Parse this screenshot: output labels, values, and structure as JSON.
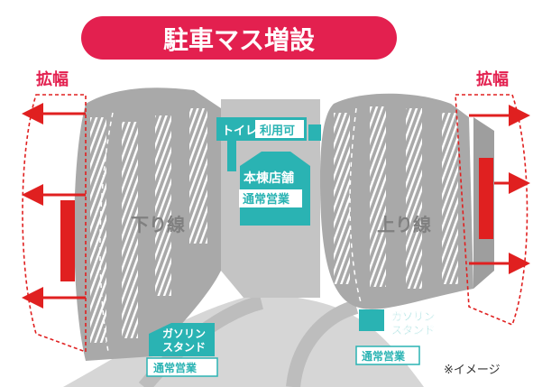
{
  "title": "駐車マス増設",
  "expand_left_label": "拡幅",
  "expand_right_label": "拡幅",
  "west_area_label": "下り線",
  "east_area_label": "上り線",
  "toilet_label": "トイレ",
  "toilet_status": "利用可",
  "store_label": "本棟店舗",
  "store_status": "通常営業",
  "gas_west_label_line1": "ガソリン",
  "gas_west_label_line2": "スタンド",
  "gas_west_status": "通常営業",
  "gas_east_label_line1": "ガソリン",
  "gas_east_label_line2": "スタンド",
  "gas_east_status": "通常営業",
  "image_note": "※イメージ",
  "colors": {
    "accent_red": "#e3204f",
    "expansion_red": "#e02020",
    "facility_teal": "#2ab3b3",
    "lot_gray": "#a9a9a9",
    "road_gray": "#cfcfcf"
  }
}
